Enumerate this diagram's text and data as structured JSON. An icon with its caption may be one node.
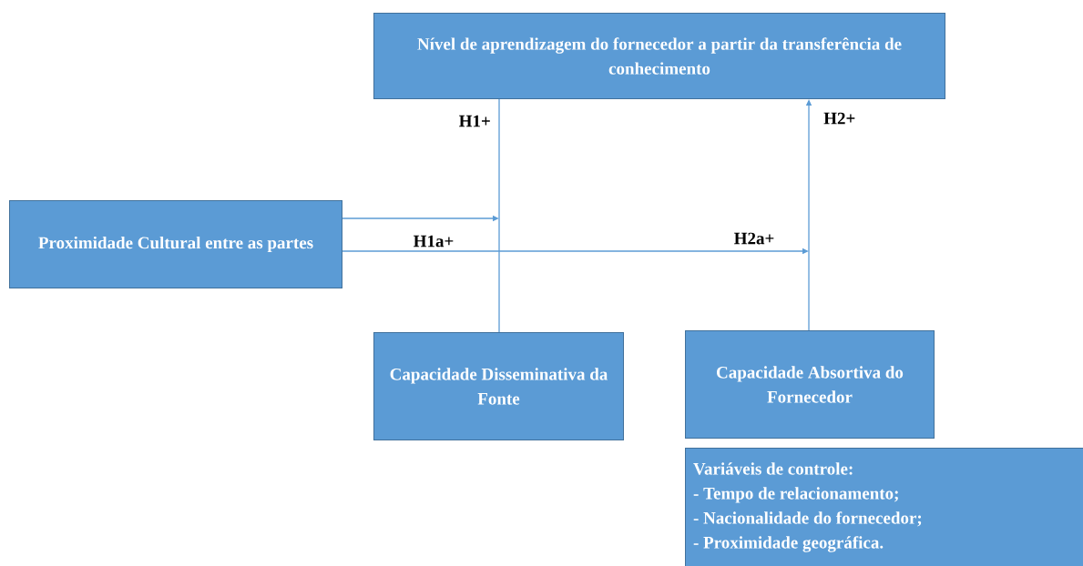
{
  "diagram": {
    "nodes": [
      {
        "text": [
          "Nível de aprendizagem do fornecedor a partir da transferência de conhecimento"
        ]
      },
      {
        "text": [
          "Proximidade Cultural entre as partes"
        ]
      },
      {
        "text": [
          "Capacidade Disseminativa da Fonte"
        ]
      },
      {
        "text": [
          "Capacidade Absortiva do Fornecedor"
        ]
      },
      {
        "text": [
          "Variáveis de controle:",
          "- Tempo de relacionamento;",
          "- Nacionalidade do fornecedor;",
          "- Proximidade geográfica."
        ]
      }
    ],
    "edges": [
      {
        "from": 2,
        "to": 0,
        "arrow": "none",
        "label": "H1+"
      },
      {
        "from": 3,
        "to": 0,
        "arrow": "to",
        "label": "H2+"
      },
      {
        "from": 1,
        "to": null,
        "arrow": "to",
        "label": "H1a+"
      },
      {
        "from": 1,
        "to": null,
        "arrow": "to",
        "label": "H2a+"
      }
    ]
  }
}
